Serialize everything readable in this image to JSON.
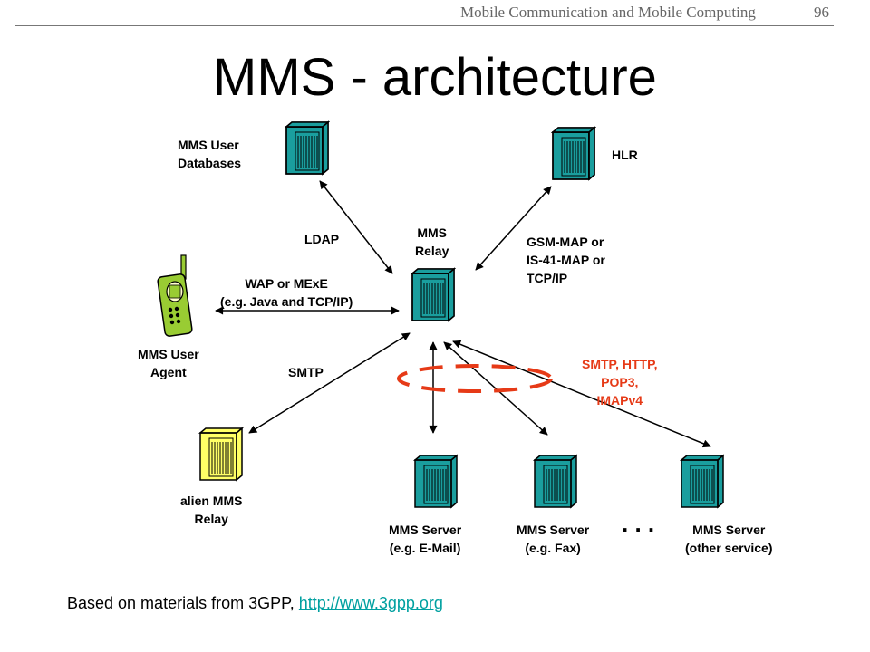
{
  "header": {
    "text": "Mobile Communication and Mobile Computing",
    "page_number": "96"
  },
  "title": "MMS - architecture",
  "nodes": {
    "user_databases": "MMS User\nDatabases",
    "hlr": "HLR",
    "relay": "MMS\nRelay",
    "user_agent": "MMS User\nAgent",
    "alien_relay": "alien MMS\nRelay",
    "server_email": "MMS Server\n(e.g. E-Mail)",
    "server_fax": "MMS Server\n(e.g. Fax)",
    "server_other": "MMS Server\n(other service)",
    "ellipsis": ". . ."
  },
  "links": {
    "ldap": "LDAP",
    "gsm_map": "GSM-MAP or\nIS-41-MAP or\nTCP/IP",
    "wap": "WAP or MExE\n(e.g. Java and TCP/IP)",
    "smtp": "SMTP",
    "servers": "SMTP, HTTP,\nPOP3,\nIMAPv4"
  },
  "colors": {
    "server": "#1a9e9e",
    "alien_relay": "#ffff66",
    "phone": "#99cc33",
    "highlight": "#e63a17",
    "link": "#00a0a0"
  },
  "footer": {
    "text": "Based on materials from 3GPP, ",
    "link_text": "http://www.3gpp.org"
  }
}
